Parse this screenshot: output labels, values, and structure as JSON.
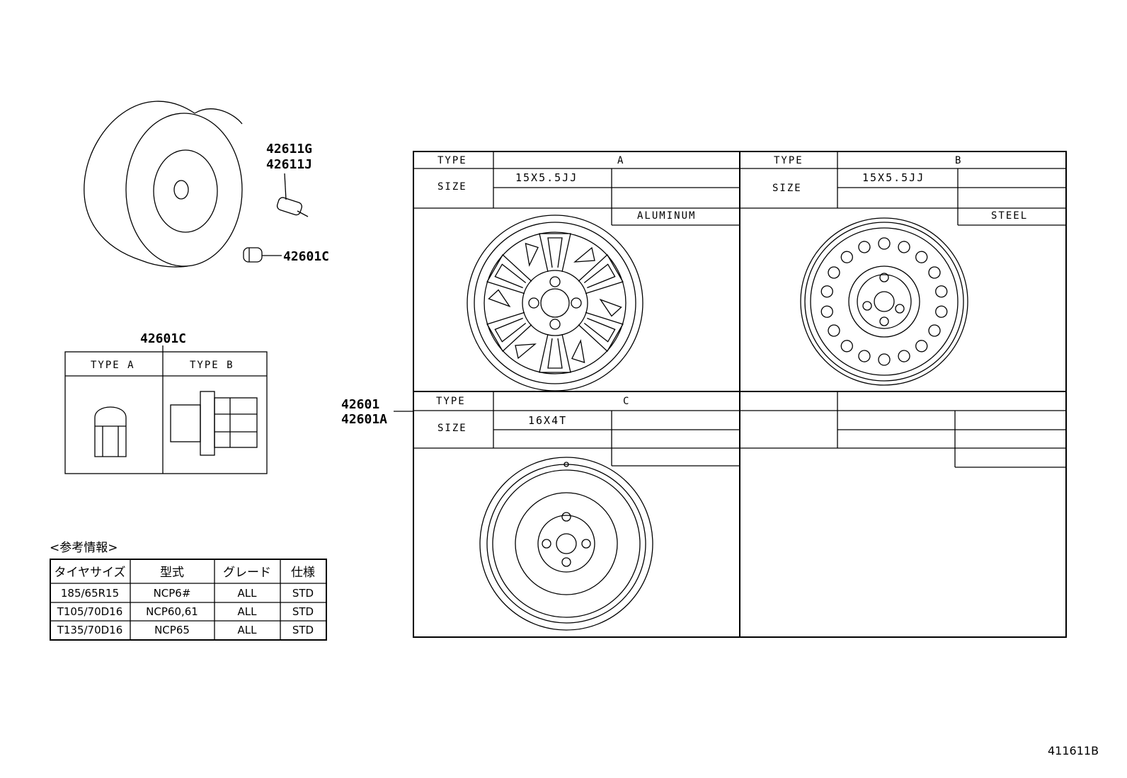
{
  "parts": {
    "valve_a": "42611G",
    "valve_b": "42611J",
    "nut_callout": "42601C",
    "nut_table_title": "42601C",
    "wheel_a": "42601",
    "wheel_b": "42601A"
  },
  "nut_types": {
    "type_a": "TYPE A",
    "type_b": "TYPE B"
  },
  "wheel_table": {
    "type_label": "TYPE",
    "size_label": "SIZE",
    "a": {
      "type": "A",
      "size": "15X5.5JJ",
      "material": "ALUMINUM"
    },
    "b": {
      "type": "B",
      "size": "15X5.5JJ",
      "material": "STEEL"
    },
    "c": {
      "type": "C",
      "size": "16X4T",
      "material": ""
    }
  },
  "reference": {
    "title": "<参考情報>",
    "headers": [
      "タイヤサイズ",
      "型式",
      "グレード",
      "仕様"
    ],
    "rows": [
      [
        "185/65R15",
        "NCP6#",
        "ALL",
        "STD"
      ],
      [
        "T105/70D16",
        "NCP60,61",
        "ALL",
        "STD"
      ],
      [
        "T135/70D16",
        "NCP65",
        "ALL",
        "STD"
      ]
    ]
  },
  "diagram_code": "411611B"
}
